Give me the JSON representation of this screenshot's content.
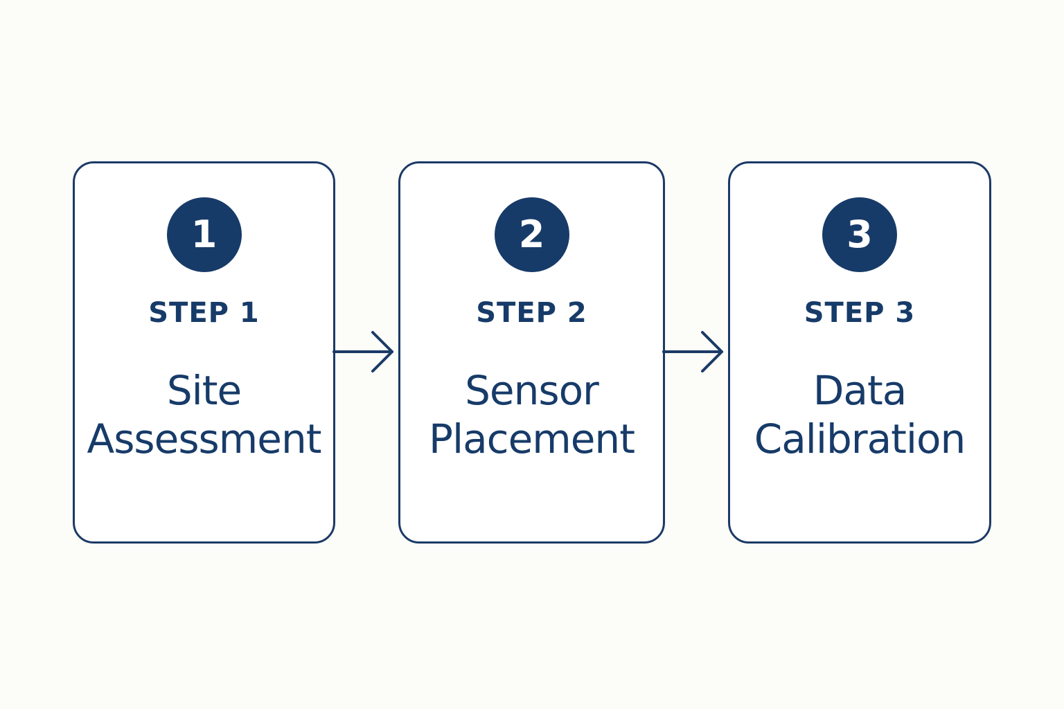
{
  "steps": [
    {
      "number": "1",
      "label": "STEP 1",
      "title_line1": "Site",
      "title_line2": "Assessment"
    },
    {
      "number": "2",
      "label": "STEP 2",
      "title_line1": "Sensor",
      "title_line2": "Placement"
    },
    {
      "number": "3",
      "label": "STEP 3",
      "title_line1": "Data",
      "title_line2": "Calibration"
    }
  ],
  "colors": {
    "accent": "#173b69",
    "border": "#1b3a66",
    "background": "#fcfcf8"
  },
  "icons": [
    "arrow-right-icon"
  ]
}
